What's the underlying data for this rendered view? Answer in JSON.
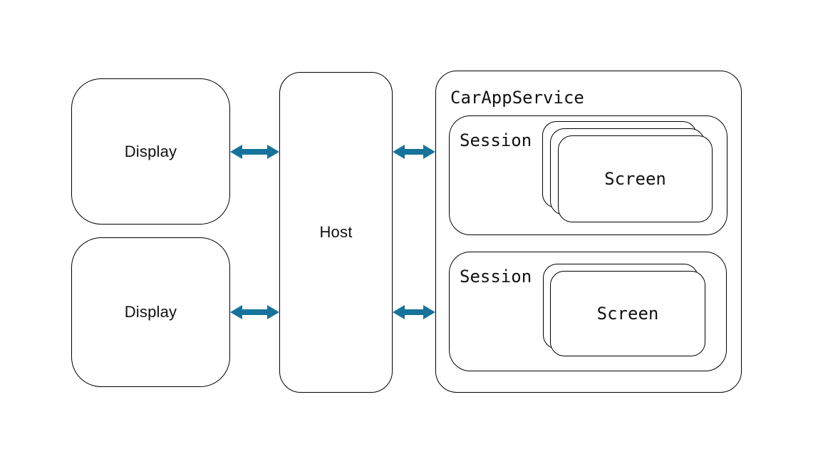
{
  "diagram": {
    "displays": [
      {
        "id": "display-1",
        "label": "Display"
      },
      {
        "id": "display-2",
        "label": "Display"
      }
    ],
    "host": {
      "label": "Host"
    },
    "car_app_service": {
      "label": "CarAppService",
      "sessions": [
        {
          "label": "Session",
          "screen_label": "Screen",
          "screen_stack_count": 3
        },
        {
          "label": "Session",
          "screen_label": "Screen",
          "screen_stack_count": 2
        }
      ]
    },
    "connections": [
      {
        "from": "Display (top)",
        "to": "Host",
        "type": "bidirectional"
      },
      {
        "from": "Display (bottom)",
        "to": "Host",
        "type": "bidirectional"
      },
      {
        "from": "Host",
        "to": "CarAppService Session (top)",
        "type": "bidirectional"
      },
      {
        "from": "Host",
        "to": "CarAppService Session (bottom)",
        "type": "bidirectional"
      }
    ],
    "colors": {
      "arrow": "#17739B",
      "border": "#000000",
      "background": "#FFFFFF"
    }
  }
}
